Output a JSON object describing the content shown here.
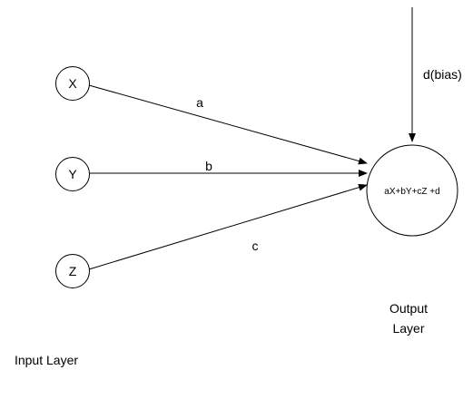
{
  "inputs": [
    {
      "label": "X"
    },
    {
      "label": "Y"
    },
    {
      "label": "Z"
    }
  ],
  "weights": [
    {
      "label": "a"
    },
    {
      "label": "b"
    },
    {
      "label": "c"
    }
  ],
  "bias": {
    "label": "d(bias)"
  },
  "output": {
    "formula": "aX+bY+cZ +d"
  },
  "layers": {
    "input": "Input Layer",
    "output_line1": "Output",
    "output_line2": "Layer"
  }
}
